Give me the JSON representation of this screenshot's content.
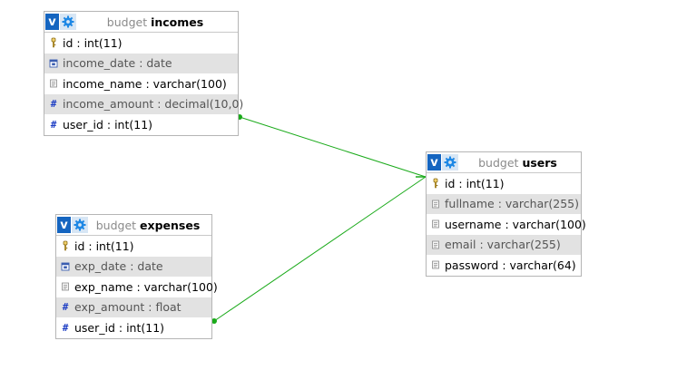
{
  "colors": {
    "link": "#1aaa1a",
    "header_badge": "#1565c0",
    "header_gear": "#1e88e5",
    "alt_row": "#e2e2e2"
  },
  "tables": {
    "incomes": {
      "db": "budget",
      "name": "incomes",
      "columns": [
        {
          "icon": "key-icon",
          "text": "id : int(11)"
        },
        {
          "icon": "date-icon",
          "text": "income_date : date"
        },
        {
          "icon": "text-icon",
          "text": "income_name : varchar(100)"
        },
        {
          "icon": "number-icon",
          "text": "income_amount : decimal(10,0)"
        },
        {
          "icon": "number-icon",
          "text": "user_id : int(11)"
        }
      ]
    },
    "expenses": {
      "db": "budget",
      "name": "expenses",
      "columns": [
        {
          "icon": "key-icon",
          "text": "id : int(11)"
        },
        {
          "icon": "date-icon",
          "text": "exp_date : date"
        },
        {
          "icon": "text-icon",
          "text": "exp_name : varchar(100)"
        },
        {
          "icon": "number-icon",
          "text": "exp_amount : float"
        },
        {
          "icon": "number-icon",
          "text": "user_id : int(11)"
        }
      ]
    },
    "users": {
      "db": "budget",
      "name": "users",
      "columns": [
        {
          "icon": "key-icon",
          "text": "id : int(11)"
        },
        {
          "icon": "text-icon",
          "text": "fullname : varchar(255)"
        },
        {
          "icon": "text-icon",
          "text": "username : varchar(100)"
        },
        {
          "icon": "text-icon",
          "text": "email : varchar(255)"
        },
        {
          "icon": "text-icon",
          "text": "password : varchar(64)"
        }
      ]
    }
  },
  "relations": [
    {
      "from": "incomes.user_id",
      "to": "users.id"
    },
    {
      "from": "expenses.user_id",
      "to": "users.id"
    }
  ]
}
